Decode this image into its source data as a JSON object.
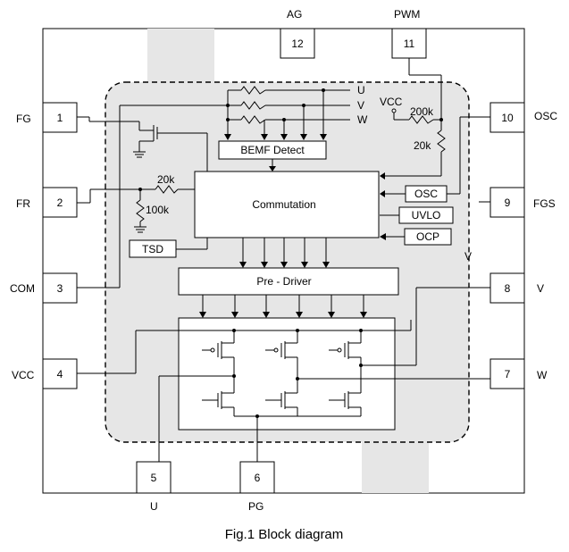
{
  "pins": {
    "p1": {
      "num": "1",
      "name": "FG"
    },
    "p2": {
      "num": "2",
      "name": "FR"
    },
    "p3": {
      "num": "3",
      "name": "COM"
    },
    "p4": {
      "num": "4",
      "name": "VCC"
    },
    "p5": {
      "num": "5",
      "name": "U"
    },
    "p6": {
      "num": "6",
      "name": "PG"
    },
    "p7": {
      "num": "7",
      "name": "W"
    },
    "p8": {
      "num": "8",
      "name": "V"
    },
    "p9": {
      "num": "9",
      "name": "FGS"
    },
    "p10": {
      "num": "10",
      "name": "OSC"
    },
    "p11": {
      "num": "11",
      "name": "PWM"
    },
    "p12": {
      "num": "12",
      "name": "AG"
    }
  },
  "blocks": {
    "bemf": "BEMF Detect",
    "commutation": "Commutation",
    "osc": "OSC",
    "uvlo": "UVLO",
    "ocp": "OCP",
    "tsd": "TSD",
    "predriver": "Pre - Driver"
  },
  "labels": {
    "u": "U",
    "v": "V",
    "w": "W",
    "vcc": "VCC",
    "r200k": "200k",
    "r20k_right": "20k",
    "r20k_left": "20k",
    "r100k": "100k",
    "v_side": "V"
  },
  "caption": "Fig.1 Block diagram",
  "colors": {
    "ic_fill": "#e6e6e6",
    "line": "#000000",
    "background": "#ffffff"
  }
}
